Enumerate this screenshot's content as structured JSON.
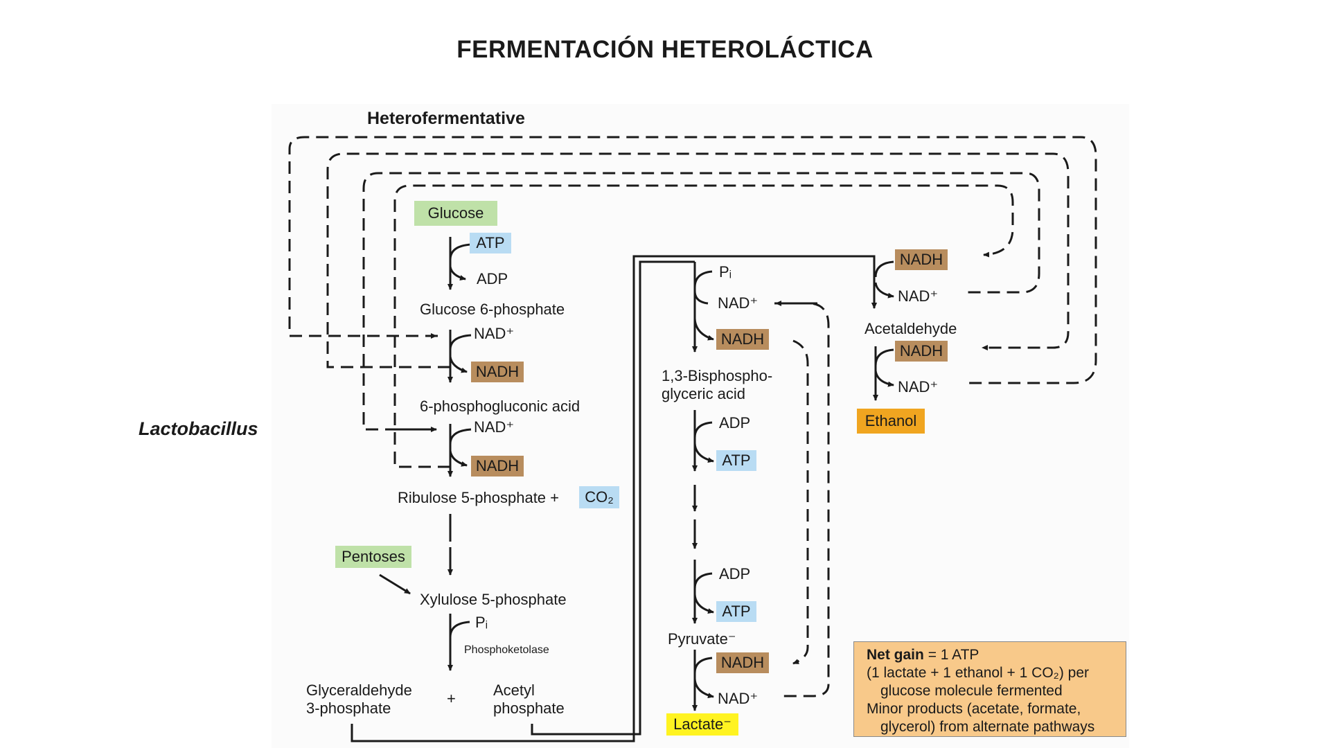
{
  "title": "FERMENTACIÓN HETEROLÁCTICA",
  "organism": "Lactobacillus",
  "panel_heading": "Heterofermentative",
  "left_path": {
    "glucose": "Glucose",
    "atp": "ATP",
    "adp": "ADP",
    "glucose6p": "Glucose 6-phosphate",
    "nad_plus_1": "NAD⁺",
    "nadh_1": "NADH",
    "pgluconic": "6-phosphogluconic acid",
    "nad_plus_2": "NAD⁺",
    "nadh_2": "NADH",
    "ribulose": "Ribulose 5-phosphate  +",
    "co2": "CO₂",
    "pentoses": "Pentoses",
    "xylulose": "Xylulose 5-phosphate",
    "pi": "Pᵢ",
    "enzyme": "Phosphoketolase",
    "glyceraldehyde": [
      "Glyceraldehyde",
      "3-phosphate"
    ],
    "plus": "+",
    "acetyl": [
      "Acetyl",
      "phosphate"
    ]
  },
  "middle_path": {
    "pi": "Pᵢ",
    "nad_plus": "NAD⁺",
    "nadh_1": "NADH",
    "bpg": [
      "1,3-Bisphospho-",
      "glyceric acid"
    ],
    "adp_1": "ADP",
    "atp_1": "ATP",
    "adp_2": "ADP",
    "atp_2": "ATP",
    "pyruvate": "Pyruvate⁻",
    "nadh_2": "NADH",
    "nad_plus_2": "NAD⁺",
    "lactate": "Lactate⁻"
  },
  "right_path": {
    "nadh_1": "NADH",
    "nad_plus_1": "NAD⁺",
    "acetaldehyde": "Acetaldehyde",
    "nadh_2": "NADH",
    "nad_plus_2": "NAD⁺",
    "ethanol": "Ethanol"
  },
  "summary": {
    "net_gain_label": "Net gain",
    "net_gain_value": "= 1 ATP",
    "line2": "(1 lactate + 1 ethanol + 1 CO₂) per",
    "line3": "glucose molecule fermented",
    "line4": "Minor products (acetate, formate,",
    "line5": "glycerol) from alternate pathways"
  },
  "colors": {
    "green": "#bfe1a8",
    "blue": "#b9dcf3",
    "brown": "#b88d5e",
    "orange": "#f0a520",
    "yellow": "#fff321",
    "summary": "#f8c98a"
  }
}
